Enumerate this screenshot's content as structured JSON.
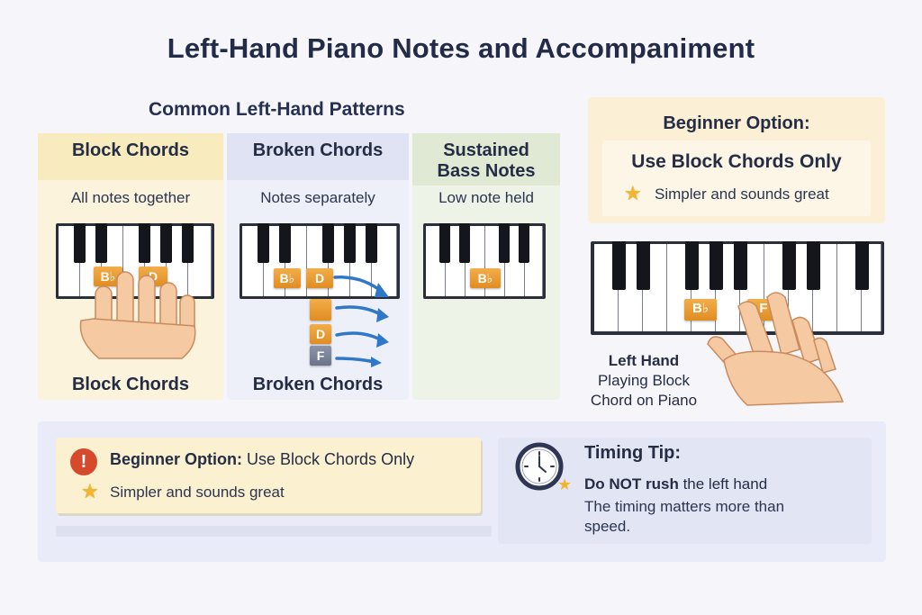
{
  "title": "Left-Hand Piano Notes and Accompaniment",
  "patterns": {
    "heading": "Common Left-Hand Patterns",
    "columns": [
      {
        "title": "Block Chords",
        "description": "All notes together",
        "footer": "Block Chords",
        "notes": [
          "B♭",
          "D"
        ]
      },
      {
        "title": "Broken Chords",
        "description": "Notes separately",
        "footer": "Broken Chords",
        "notes": [
          "B♭",
          "D",
          "D",
          "F"
        ]
      },
      {
        "title_line1": "Sustained",
        "title_line2": "Bass Notes",
        "description": "Low note held",
        "notes": [
          "B♭"
        ]
      }
    ]
  },
  "beginner_card": {
    "heading": "Beginner Option:",
    "strong": "Use Block Chords Only",
    "tip": "Simpler and sounds great",
    "icon": "star-icon"
  },
  "keyboard_illustration": {
    "notes": [
      "B♭",
      "F"
    ],
    "caption_line1": "Left Hand",
    "caption_line2": "Playing Block",
    "caption_line3": "Chord on Piano"
  },
  "note_card": {
    "label": "Beginner Option:",
    "text": "Use Block Chords Only",
    "tip": "Simpler and sounds great",
    "icon": "warning-icon"
  },
  "timing": {
    "heading": "Timing Tip:",
    "emphasis": "Do NOT rush",
    "line1_rest": "the left hand",
    "line2": "The timing matters more than speed.",
    "icon": "clock-icon"
  },
  "colors": {
    "accent_note": "#e9992f",
    "warning": "#d6492c",
    "star": "#f3b52f",
    "arrow": "#2f77c9"
  }
}
